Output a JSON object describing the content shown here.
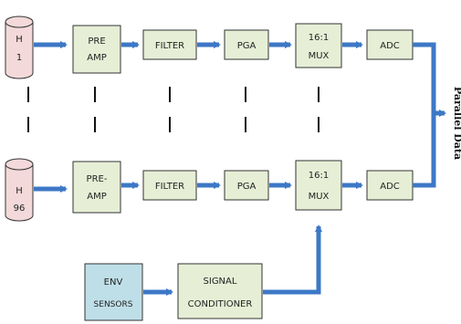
{
  "colors": {
    "box_fill": "#e6efd6",
    "box_stroke": "#333333",
    "cylinder_fill": "#f3d9d9",
    "env_fill": "#bfdfe8",
    "arrow": "#3d78c6",
    "bus": "#3d78c6"
  },
  "hydrophones": [
    {
      "label_top": "H",
      "label_bottom": "1"
    },
    {
      "label_top": "H",
      "label_bottom": "96"
    }
  ],
  "rows": [
    {
      "preamp": [
        "PRE",
        "AMP"
      ],
      "filter": "FILTER",
      "pga": "PGA",
      "mux": [
        "16:1",
        "MUX"
      ],
      "adc": "ADC"
    },
    {
      "preamp": [
        "PRE-",
        "AMP"
      ],
      "filter": "FILTER",
      "pga": "PGA",
      "mux": [
        "16:1",
        "MUX"
      ],
      "adc": "ADC"
    }
  ],
  "env_sensors": [
    "ENV",
    "SENSORS"
  ],
  "signal_conditioner": [
    "SIGNAL",
    "CONDITIONER"
  ],
  "output_label": "Parallel Data"
}
